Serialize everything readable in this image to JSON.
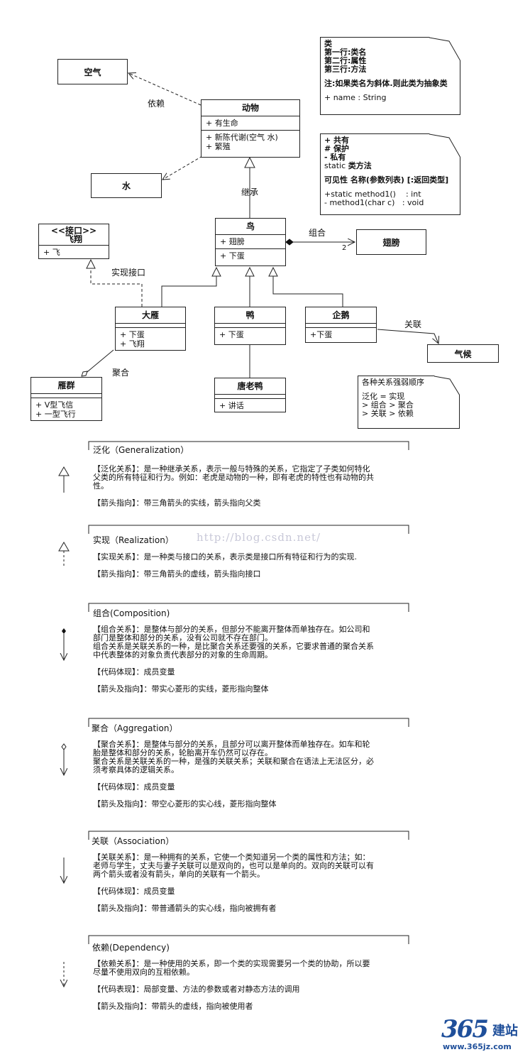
{
  "diagram": {
    "classes": {
      "air": {
        "name": "空气"
      },
      "water": {
        "name": "水"
      },
      "animal": {
        "name": "动物",
        "attrs": [
          "+ 有生命"
        ],
        "ops": [
          "+ 新陈代谢(空气 水)",
          "+ 繁殖"
        ]
      },
      "fly": {
        "stereotype": "<<接口>>",
        "name": "飞翔",
        "ops": [
          "+ 飞"
        ]
      },
      "bird": {
        "name": "鸟",
        "attrs": [
          "+ 翅膀"
        ],
        "ops": [
          "+ 下蛋"
        ]
      },
      "wing": {
        "name": "翅膀"
      },
      "goose": {
        "name": "大雁",
        "ops": [
          "+ 下蛋",
          "+ 飞翔"
        ]
      },
      "duck": {
        "name": "鸭",
        "ops": [
          "+ 下蛋"
        ]
      },
      "penguin": {
        "name": "企鹅",
        "ops": [
          "+下蛋"
        ]
      },
      "climate": {
        "name": "气候"
      },
      "flock": {
        "name": "雁群",
        "ops": [
          "+ V型飞信",
          "+ 一型飞行"
        ]
      },
      "donald": {
        "name": "唐老鸭",
        "ops": [
          "+ 讲话"
        ]
      }
    },
    "labels": {
      "dependency": "依赖",
      "inherit": "继承",
      "composition": "组合",
      "multiplicity": "2",
      "realize": "实现接口",
      "association": "关联",
      "aggregation": "聚合"
    },
    "notes": {
      "class_note": {
        "l1": "类",
        "l2": "第一行:类名",
        "l3": "第二行:属性",
        "l4": "第三行:方法",
        "l5": "注:如果类名为斜体.则此类为抽象类",
        "l6": "+ name : String"
      },
      "visibility_note": {
        "l1": "+ 共有",
        "l2": "# 保护",
        "l3": "- 私有",
        "l4a": "static",
        "l4b": "类方法",
        "l5": "可见性 名称(参数列表) [:返回类型]",
        "l6": "+static method1()    : int",
        "l7": "- method1(char c)   : void"
      },
      "order_note": {
        "l1": "各种关系强弱顺序",
        "l2": "泛化 = 实现",
        "l3": "> 组合 > 聚合",
        "l4": "> 关联 > 依赖"
      }
    }
  },
  "watermark": "http://blog.csdn.net/",
  "panels": [
    {
      "title": "泛化（Generalization）",
      "lines": [
        "【泛化关系】：是一种继承关系，表示一般与特殊的关系，它指定了子类如何特化",
        "父类的所有特征和行为。例如：老虎是动物的一种，即有老虎的特性也有动物的共",
        "性。",
        "",
        "【箭头指向】：带三角箭头的实线，箭头指向父类"
      ]
    },
    {
      "title": "实现（Realization）",
      "lines": [
        "【实现关系】：是一种类与接口的关系，表示类是接口所有特征和行为的实现.",
        "",
        "【箭头指向】：带三角箭头的虚线，箭头指向接口"
      ]
    },
    {
      "title": "组合(Composition)",
      "lines": [
        "【组合关系】：是整体与部分的关系，但部分不能离开整体而单独存在。如公司和",
        "部门是整体和部分的关系，没有公司就不存在部门。",
        "组合关系是关联关系的一种，是比聚合关系还要强的关系，它要求普通的聚合关系",
        "中代表整体的对象负责代表部分的对象的生命周期。",
        "",
        "【代码体现】：成员变量",
        "",
        "【箭头及指向】：带实心菱形的实线，菱形指向整体"
      ]
    },
    {
      "title": "聚合（Aggregation）",
      "lines": [
        "【聚合关系】：是整体与部分的关系，且部分可以离开整体而单独存在。如车和轮",
        "胎是整体和部分的关系，轮胎离开车仍然可以存在。",
        "聚合关系是关联关系的一种，是强的关联关系；关联和聚合在语法上无法区分，必",
        "须考察具体的逻辑关系。",
        "",
        "【代码体现】：成员变量",
        "",
        "【箭头及指向】：带空心菱形的实心线，菱形指向整体"
      ]
    },
    {
      "title": "关联（Association）",
      "lines": [
        "【关联关系】：是一种拥有的关系，它使一个类知道另一个类的属性和方法；如：",
        "老师与学生，丈夫与妻子关联可以是双向的，也可以是单向的。双向的关联可以有",
        "两个箭头或者没有箭头，单向的关联有一个箭头。",
        "",
        "【代码体现】：成员变量",
        "",
        "【箭头及指向】：带普通箭头的实心线，指向被拥有者"
      ]
    },
    {
      "title": "依赖(Dependency)",
      "lines": [
        "【依赖关系】：是一种使用的关系，即一个类的实现需要另一个类的协助，所以要",
        "尽量不使用双向的互相依赖。",
        "",
        "【代码表现】：局部变量、方法的参数或者对静态方法的调用",
        "",
        "【箭头及指向】：带箭头的虚线，指向被使用者"
      ]
    }
  ],
  "logo": {
    "number": "365",
    "cn": "建站",
    "url": "www.365jz.com"
  }
}
